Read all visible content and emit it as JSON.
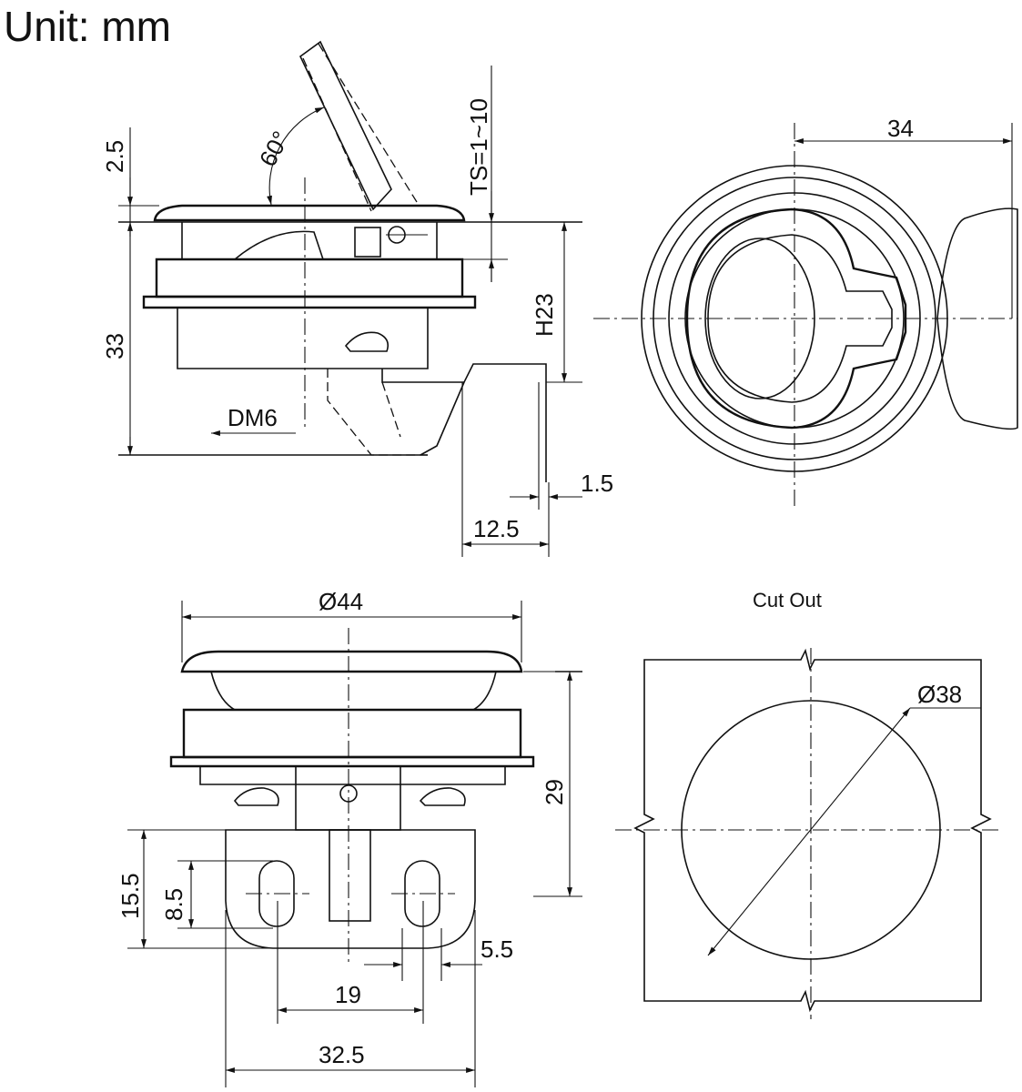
{
  "header": {
    "unit_label": "Unit: mm"
  },
  "views": {
    "side": {
      "dims": {
        "flange_thickness": "2.5",
        "angle": "60°",
        "ts_range": "TS=1~10",
        "height_total": "33",
        "height_h": "H23",
        "thread": "DM6",
        "plate_thickness": "1.5",
        "cam_offset": "12.5"
      }
    },
    "top": {
      "dims": {
        "radius_width": "34"
      }
    },
    "front": {
      "dims": {
        "diameter": "Ø44",
        "height": "29",
        "height_15_5": "15.5",
        "height_8_5": "8.5",
        "width_5_5": "5.5",
        "spacing_19": "19",
        "width_32_5": "32.5"
      }
    },
    "cutout": {
      "title": "Cut Out",
      "dims": {
        "diameter": "Ø38"
      }
    }
  }
}
